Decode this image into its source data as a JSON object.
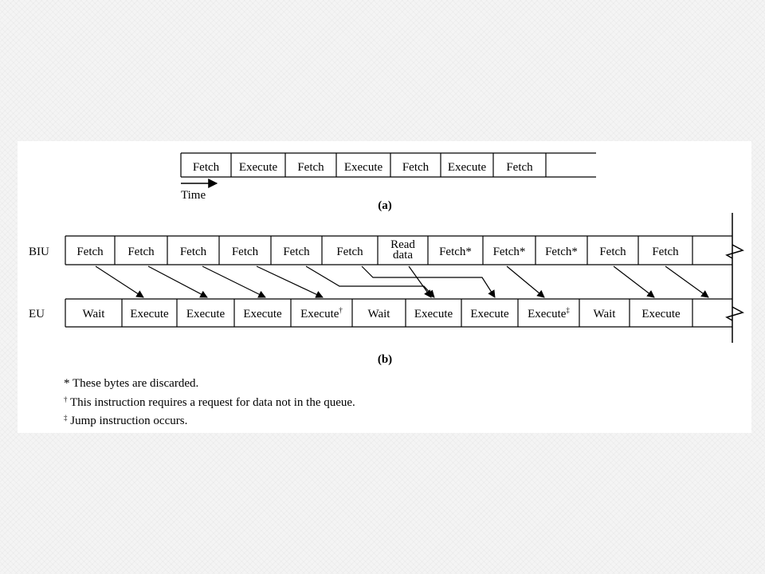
{
  "diagram_a": {
    "cells": [
      "Fetch",
      "Execute",
      "Fetch",
      "Execute",
      "Fetch",
      "Execute",
      "Fetch",
      ""
    ],
    "time_label": "Time",
    "caption": "(a)"
  },
  "diagram_b": {
    "biu_label": "BIU",
    "eu_label": "EU",
    "biu_cells": [
      "Fetch",
      "Fetch",
      "Fetch",
      "Fetch",
      "Fetch",
      "Fetch",
      "Read|data",
      "Fetch*",
      "Fetch*",
      "Fetch*",
      "Fetch",
      "Fetch",
      ""
    ],
    "eu_cells": [
      {
        "text": "Wait",
        "sup": ""
      },
      {
        "text": "Execute",
        "sup": ""
      },
      {
        "text": "Execute",
        "sup": ""
      },
      {
        "text": "Execute",
        "sup": ""
      },
      {
        "text": "Execute",
        "sup": "†"
      },
      {
        "text": "Wait",
        "sup": ""
      },
      {
        "text": "Execute",
        "sup": ""
      },
      {
        "text": "Execute",
        "sup": ""
      },
      {
        "text": "Execute",
        "sup": "‡"
      },
      {
        "text": "Wait",
        "sup": ""
      },
      {
        "text": "Execute",
        "sup": ""
      },
      {
        "text": "",
        "sup": ""
      }
    ],
    "caption": "(b)"
  },
  "notes": [
    {
      "mark": "*",
      "text": "These bytes are discarded."
    },
    {
      "mark": "†",
      "text": "This instruction requires a request for data not in the queue."
    },
    {
      "mark": "‡",
      "text": "Jump instruction occurs."
    }
  ]
}
